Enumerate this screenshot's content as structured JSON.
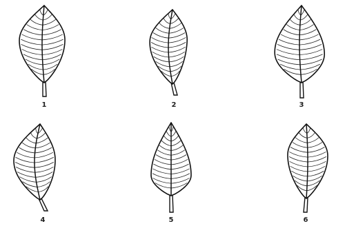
{
  "figure": {
    "leaves": [
      {
        "number": "1"
      },
      {
        "number": "2"
      },
      {
        "number": "3"
      },
      {
        "number": "4"
      },
      {
        "number": "5"
      },
      {
        "number": "6"
      }
    ]
  }
}
